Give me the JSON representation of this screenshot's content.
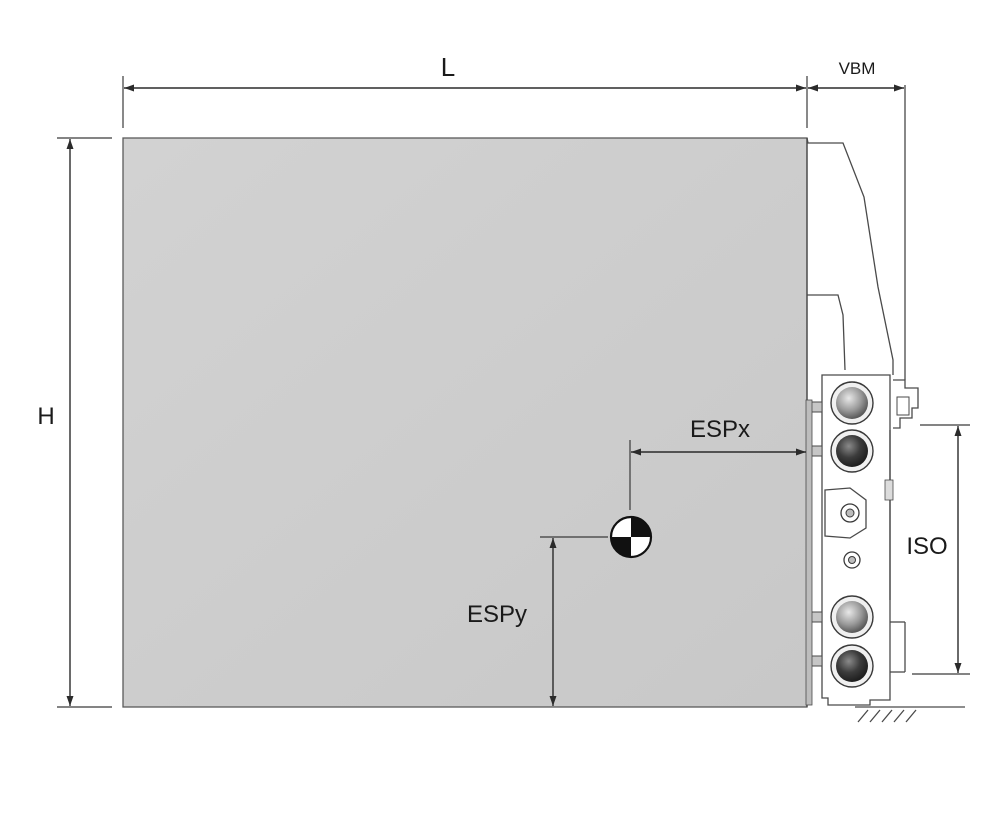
{
  "labels": {
    "length": "L",
    "height": "H",
    "vbm": "VBM",
    "espx": "ESPx",
    "espy": "ESPy",
    "iso": "ISO"
  },
  "colors": {
    "panel_fill": "#cfcfcf",
    "panel_stroke": "#5a5a5a",
    "line": "#2b2b2b",
    "connector_dark": "#3c3c3c",
    "connector_light": "#9a9a9a"
  },
  "icons": {
    "center_of_gravity": "center-of-gravity-icon",
    "ground": "ground-hatch-icon"
  }
}
